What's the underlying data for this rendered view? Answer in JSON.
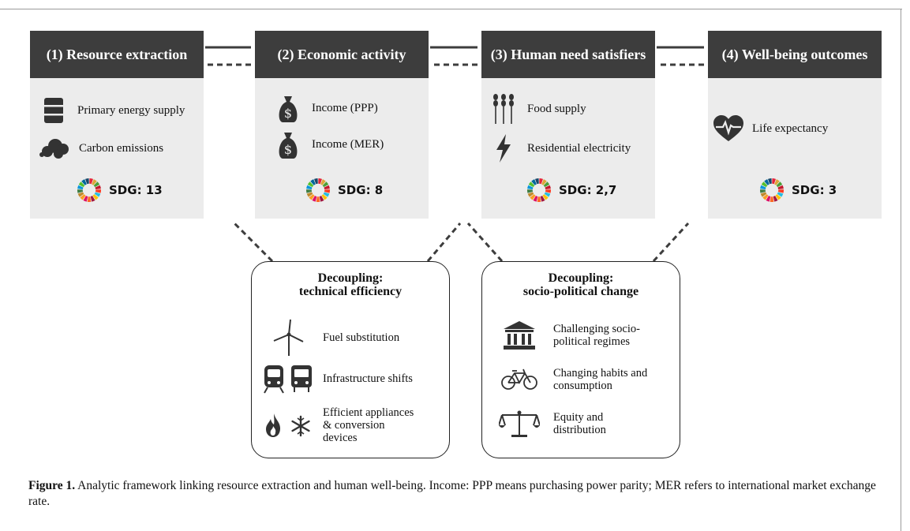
{
  "stages": [
    {
      "title": "(1) Resource extraction",
      "indicators": [
        {
          "label": "Primary energy supply",
          "icon": "oil-barrel-icon"
        },
        {
          "label": "Carbon emissions",
          "icon": "smoke-cloud-icon"
        }
      ],
      "sdg": "SDG: 13"
    },
    {
      "title": "(2) Economic activity",
      "indicators": [
        {
          "label": "Income (PPP)",
          "icon": "money-bag-icon"
        },
        {
          "label": "Income (MER)",
          "icon": "money-bag-icon"
        }
      ],
      "sdg": "SDG: 8"
    },
    {
      "title": "(3) Human need satisfiers",
      "indicators": [
        {
          "label": "Food supply",
          "icon": "wheat-icon"
        },
        {
          "label": "Residential electricity",
          "icon": "lightning-icon"
        }
      ],
      "sdg": "SDG: 2,7"
    },
    {
      "title": "(4) Well-being outcomes",
      "indicators": [
        {
          "label": "Life expectancy",
          "icon": "heart-pulse-icon"
        }
      ],
      "sdg": "SDG: 3"
    }
  ],
  "decoupling": [
    {
      "title_line1": "Decoupling:",
      "title_line2": "technical efficiency",
      "items": [
        {
          "label_lines": [
            "Fuel substitution"
          ],
          "icon": "wind-turbine-icon"
        },
        {
          "label_lines": [
            "Infrastructure shifts"
          ],
          "icon": "train-bus-icon"
        },
        {
          "label_lines": [
            "Efficient appliances",
            "& conversion",
            "devices"
          ],
          "icon": "flame-snowflake-icon"
        }
      ]
    },
    {
      "title_line1": "Decoupling:",
      "title_line2": "socio-political change",
      "items": [
        {
          "label_lines": [
            "Challenging socio-",
            "political regimes"
          ],
          "icon": "government-building-icon"
        },
        {
          "label_lines": [
            "Changing habits and",
            "consumption"
          ],
          "icon": "bicycle-icon"
        },
        {
          "label_lines": [
            "Equity and",
            "distribution"
          ],
          "icon": "balance-scale-icon"
        }
      ]
    }
  ],
  "caption": {
    "label": "Figure 1.",
    "text": " Analytic framework linking resource extraction and human well-being. Income: PPP means purchasing power parity; MER refers to international market exchange rate."
  },
  "colors": {
    "header": "#3d3d3d",
    "panel": "#ececec",
    "sdg_wheel": [
      "#e5243b",
      "#dda63a",
      "#4c9f38",
      "#c5192d",
      "#ff3a21",
      "#26bde2",
      "#fcc30b",
      "#a21942",
      "#fd6925",
      "#dd1367",
      "#fd9d24",
      "#bf8b2e",
      "#3f7e44",
      "#0a97d9",
      "#56c02b",
      "#00689d",
      "#19486a"
    ]
  }
}
